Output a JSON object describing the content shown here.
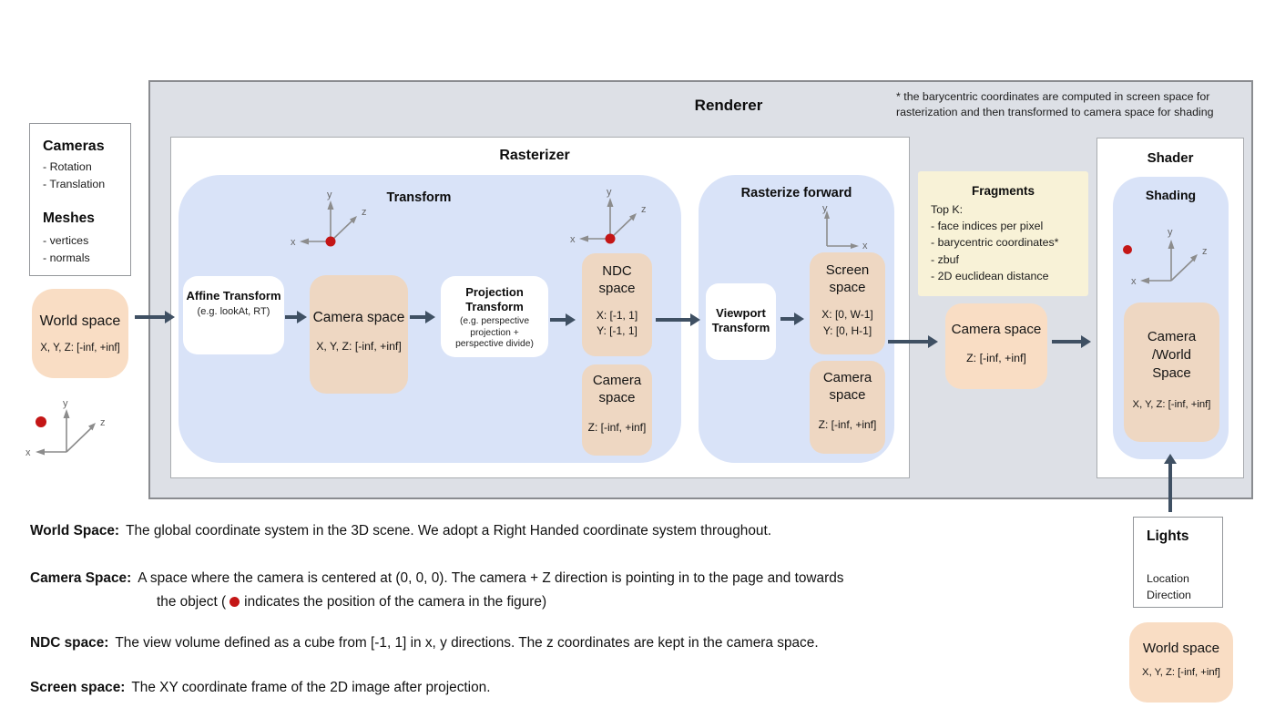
{
  "axis": {
    "x": "x",
    "y": "y",
    "z": "z"
  },
  "note": {
    "line1": "* the barycentric coordinates are computed in screen space for",
    "line2": "rasterization and then transformed to camera space for shading"
  },
  "renderer": {
    "title": "Renderer"
  },
  "inputs": {
    "cameras_title": "Cameras",
    "cameras_items": [
      "- Rotation",
      "- Translation"
    ],
    "meshes_title": "Meshes",
    "meshes_items": [
      "- vertices",
      "- normals"
    ]
  },
  "world_space_in": {
    "title": "World space",
    "range": "X, Y, Z: [-inf, +inf]"
  },
  "rasterizer": {
    "title": "Rasterizer",
    "transform": {
      "title": "Transform",
      "affine": {
        "title": "Affine Transform",
        "sub": "(e.g. lookAt, RT)"
      },
      "camera_space": {
        "title": "Camera space",
        "range": "X, Y, Z: [-inf, +inf]"
      },
      "projection": {
        "title": "Projection Transform",
        "sub": "(e.g. perspective projection + perspective divide)"
      },
      "ndc": {
        "title": "NDC space",
        "range1": "X: [-1, 1]",
        "range2": "Y: [-1, 1]"
      },
      "camera_z": {
        "title": "Camera space",
        "range": "Z: [-inf, +inf]"
      }
    },
    "rasterize_forward": {
      "title": "Rasterize forward",
      "viewport": {
        "title": "Viewport Transform"
      },
      "screen": {
        "title": "Screen space",
        "range1": "X: [0, W-1]",
        "range2": "Y: [0, H-1]"
      },
      "camera_z": {
        "title": "Camera space",
        "range": "Z: [-inf, +inf]"
      }
    }
  },
  "fragments": {
    "title": "Fragments",
    "lines": [
      "Top K:",
      "- face indices per pixel",
      "- barycentric coordinates*",
      "- zbuf",
      "- 2D euclidean distance"
    ]
  },
  "camera_space_out": {
    "title": "Camera space",
    "range": "Z: [-inf, +inf]"
  },
  "shader": {
    "title": "Shader",
    "shading_title": "Shading",
    "camera_world": {
      "title": "Camera /World Space",
      "range": "X, Y, Z: [-inf, +inf]"
    }
  },
  "lights": {
    "title": "Lights",
    "items": [
      "Location",
      "Direction"
    ]
  },
  "world_space_lights": {
    "title": "World space",
    "range": "X, Y, Z: [-inf, +inf]"
  },
  "definitions": {
    "world": {
      "term": "World Space:",
      "text": "The global coordinate system in the 3D scene. We adopt a Right Handed coordinate system throughout."
    },
    "camera": {
      "term": "Camera Space:",
      "line1": "A space where the camera is centered at (0, 0, 0). The camera + Z direction is pointing in to the page and towards",
      "line2_before": "the object (",
      "line2_after": "indicates the position of the camera in the figure)"
    },
    "ndc": {
      "term": "NDC space:",
      "text": "The view volume defined as a cube from [-1, 1] in x, y directions. The z coordinates are kept in the camera space."
    },
    "screen": {
      "term": "Screen space:",
      "text": "The XY coordinate frame of the 2D image after projection."
    }
  }
}
